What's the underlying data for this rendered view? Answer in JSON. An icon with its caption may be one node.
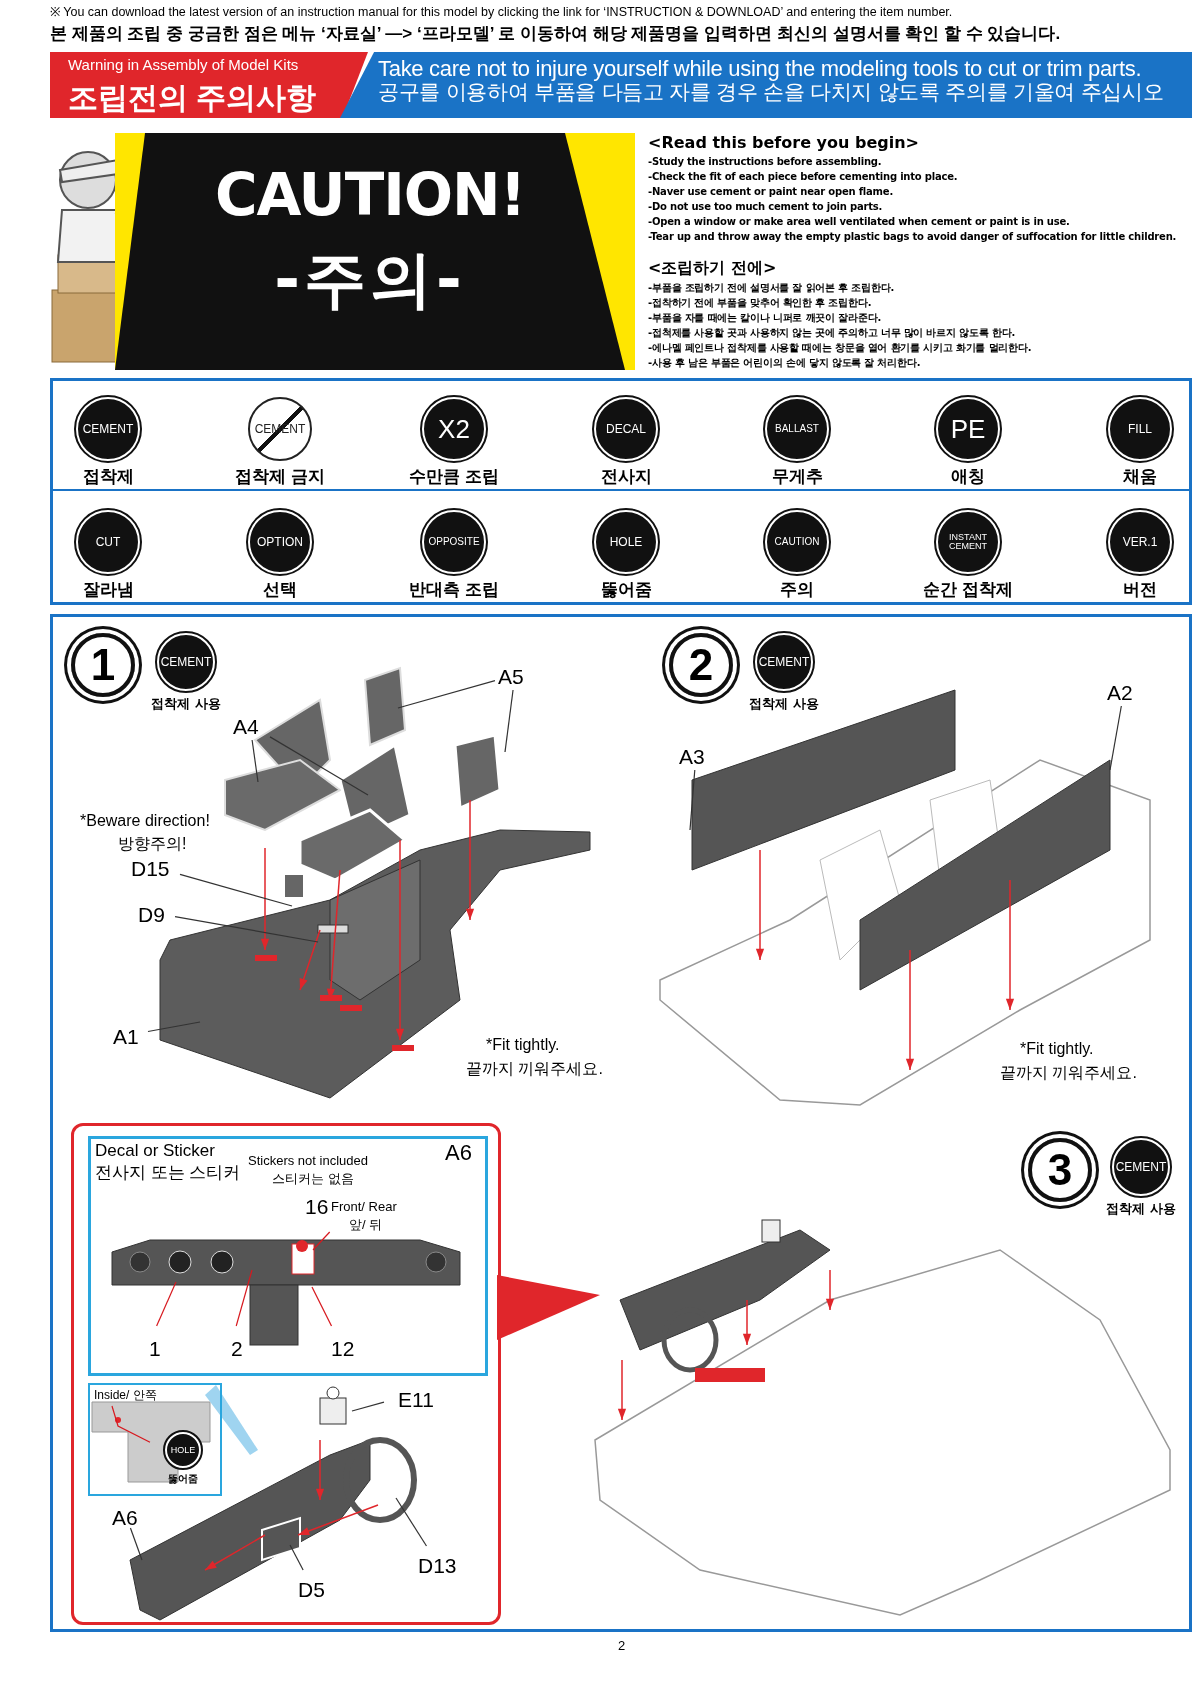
{
  "diagram": {
    "nodes": [
      {
        "text": [
          "Warning in Assembly of Model Kits",
          "조립전의 주의사항"
        ]
      },
      {
        "text": [
          "Take care not to injure yourself while using the modeling tools to cut or trim parts.",
          "공구를 이용하여 부품을 다듬고 자를 경우  손을 다치지 않도록 주의를 기울여 주십시오"
        ]
      },
      {
        "text": [
          "CAUTION!",
          "-주의-"
        ]
      },
      {
        "text": [],
        "shape": "box"
      },
      {
        "text": [
          "CEMENT"
        ],
        "beside": [
          "접착제"
        ],
        "in": 3
      },
      {
        "text": [
          "CEMENT"
        ],
        "beside": [
          "접착제 금지"
        ],
        "in": 3
      },
      {
        "text": [
          "X2"
        ],
        "beside": [
          "수만큼 조립"
        ],
        "in": 3
      },
      {
        "text": [
          "DECAL"
        ],
        "beside": [
          "전사지"
        ],
        "in": 3
      },
      {
        "text": [
          "BALLAST"
        ],
        "beside": [
          "무게추"
        ],
        "in": 3
      },
      {
        "text": [
          "PE"
        ],
        "beside": [
          "애칭"
        ],
        "in": 3
      },
      {
        "text": [
          "FILL"
        ],
        "beside": [
          "채움"
        ],
        "in": 3
      },
      {
        "text": [
          "CUT"
        ],
        "beside": [
          "잘라냄"
        ],
        "in": 3
      },
      {
        "text": [
          "OPTION"
        ],
        "beside": [
          "선택"
        ],
        "in": 3
      },
      {
        "text": [
          "OPPOSITE"
        ],
        "beside": [
          "반대측 조립"
        ],
        "in": 3
      },
      {
        "text": [
          "HOLE"
        ],
        "beside": [
          "뚫어줌"
        ],
        "in": 3
      },
      {
        "text": [
          "CAUTION"
        ],
        "beside": [
          "주의"
        ],
        "in": 3
      },
      {
        "text": [
          "INSTANT CEMENT"
        ],
        "beside": [
          "순간 접착제"
        ],
        "in": 3
      },
      {
        "text": [
          "VER.1"
        ],
        "beside": [
          "버전"
        ],
        "in": 3
      },
      {
        "text": [],
        "shape": "box"
      },
      {
        "text": [
          "1"
        ],
        "in": 18
      },
      {
        "text": [
          "CEMENT"
        ],
        "beside": [
          "접착제 사용"
        ],
        "in": 18
      },
      {
        "text": [
          "A5"
        ],
        "in": 18
      },
      {
        "text": [
          "A4"
        ],
        "in": 18
      },
      {
        "text": [
          "D15"
        ],
        "in": 18
      },
      {
        "text": [
          "D9"
        ],
        "in": 18
      },
      {
        "text": [
          "A1"
        ],
        "in": 18
      },
      {
        "text": [
          "2"
        ],
        "in": 18
      },
      {
        "text": [
          "CEMENT"
        ],
        "beside": [
          "접착제 사용"
        ],
        "in": 18
      },
      {
        "text": [
          "A3"
        ],
        "in": 18
      },
      {
        "text": [
          "A2"
        ],
        "in": 18
      },
      {
        "text": [],
        "shape": "box",
        "in": 18
      },
      {
        "text": [
          "Decal or Sticker",
          "전사지 또는 스티커"
        ],
        "in": 30
      },
      {
        "text": [
          "1"
        ],
        "in": 31
      },
      {
        "text": [
          "2"
        ],
        "in": 31
      },
      {
        "text": [
          "12"
        ],
        "in": 31
      },
      {
        "text": [
          "16"
        ],
        "beside": [
          "Front/ Rear",
          "앞/ 뒤"
        ],
        "in": 31
      },
      {
        "text": [
          "Inside/ 안쪽"
        ],
        "in": 30
      },
      {
        "text": [
          "HOLE"
        ],
        "beside": [
          "뚫어줌"
        ],
        "in": 36
      },
      {
        "text": [
          "E11"
        ],
        "in": 30
      },
      {
        "text": [
          "A6"
        ],
        "in": 30
      },
      {
        "text": [
          "D13"
        ],
        "in": 30
      },
      {
        "text": [
          "D5"
        ],
        "in": 30
      },
      {
        "text": [
          "3"
        ],
        "in": 18
      },
      {
        "text": [
          "CEMENT"
        ],
        "beside": [
          "접착제 사용"
        ],
        "in": 18
      }
    ],
    "edges": [
      {
        "from": 21,
        "to": null,
        "arrow": "none"
      },
      {
        "from": 21,
        "to": null,
        "arrow": "none"
      },
      {
        "from": 22,
        "to": null,
        "arrow": "none"
      },
      {
        "from": 22,
        "to": null,
        "arrow": "none"
      },
      {
        "from": 23,
        "to": null,
        "arrow": "none"
      },
      {
        "from": 24,
        "to": null,
        "arrow": "none"
      },
      {
        "from": 25,
        "to": null,
        "arrow": "none"
      },
      {
        "from": 28,
        "to": null,
        "arrow": "none"
      },
      {
        "from": 29,
        "to": null,
        "arrow": "none"
      },
      {
        "from": 32,
        "to": null,
        "arrow": "none",
        "color": "#d7191f"
      },
      {
        "from": 33,
        "to": null,
        "arrow": "none",
        "color": "#d7191f"
      },
      {
        "from": 34,
        "to": null,
        "arrow": "none",
        "color": "#d7191f"
      },
      {
        "from": 35,
        "to": null,
        "arrow": "none",
        "color": "#d7191f"
      },
      {
        "from": 37,
        "to": null,
        "arrow": "none",
        "color": "#d7191f"
      },
      {
        "from": 38,
        "to": null,
        "arrow": "none"
      },
      {
        "from": 39,
        "to": null,
        "arrow": "none"
      },
      {
        "from": 40,
        "to": null,
        "arrow": "none"
      },
      {
        "from": 41,
        "to": null,
        "arrow": "none"
      }
    ],
    "labels": [
      "※ You can download the latest version of an instruction manual for this model by clicking the link for ‘INSTRUCTION & DOWNLOAD’ and entering the item number.",
      "본 제품의 조립 중 궁금한 점은 메뉴 ‘자료실’ —> ‘프라모델’ 로 이동하여 해당 제품명을 입력하면 최신의 설명서를 확인 할 수 있습니다.",
      "<Read this before you begin>",
      "-Study the instructions before assembling.",
      "-Check the fit of each piece before cementing into place.",
      "-Naver use cement or paint near open flame.",
      "-Do not use too much cement to join parts.",
      "-Open a window or make area well ventilated when cement or paint is in use.",
      "-Tear up and throw away the empty plastic bags to avoid danger of suffocation for little children.",
      "<조립하기 전에>",
      "-부품을 조립하기 전에 설명서를 잘 읽어본 후 조립한다.",
      "-접착하기 전에 부품을 맞추어 확인한 후 조립한다.",
      "-부품을 자를 때에는 칼이나 니퍼로 깨끗이 잘라준다.",
      "-접척제를 사용할 곳과 사용하지 않는 곳에 주의하고 너무 많이 바르지 않도록 한다.",
      "-에나멜 페인트나 접착제를 사용할 때에는 창문을 열어 환기를 시키고 화기를 멀리한다.",
      "-사용 후 남은 부품은 어린이의 손에 닿지 않도록 잘 처리한다.",
      "*Beware direction!",
      "방향주의!",
      "*Fit tightly.",
      "끝까지 끼워주세요.",
      "*Fit tightly.",
      "끝까지 끼워주세요.",
      "A6",
      "Stickers not included",
      "스티커는 없음",
      "2"
    ]
  }
}
